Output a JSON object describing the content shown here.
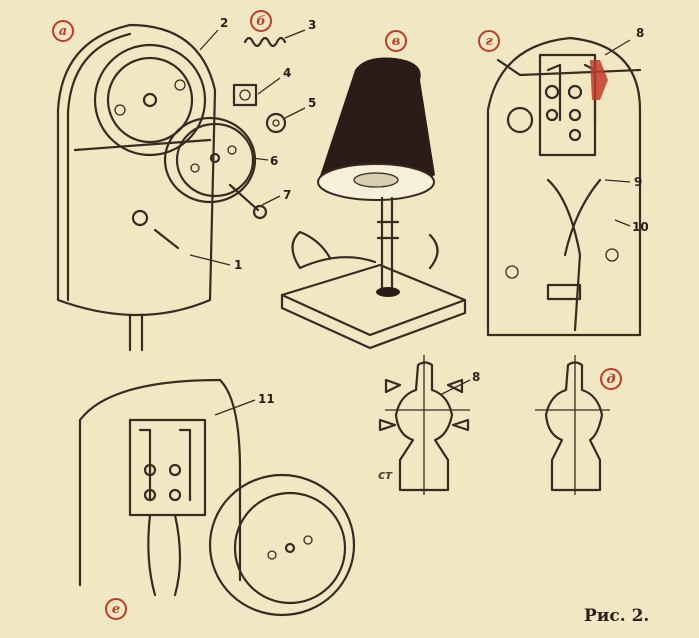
{
  "caption": "Рис. 2.",
  "panel_letters": {
    "a": "а",
    "b": "б",
    "v": "в",
    "g": "г",
    "d": "д",
    "e": "е"
  },
  "part_numbers": [
    "1",
    "2",
    "3",
    "4",
    "5",
    "6",
    "7",
    "8",
    "9",
    "10",
    "11",
    "8"
  ],
  "arrow_mark": "ст",
  "colors": {
    "ink": "#3a2a20",
    "paper": "#efe8c2",
    "accent": "#c43a2a",
    "lamp_shade": "#2a1c16"
  }
}
